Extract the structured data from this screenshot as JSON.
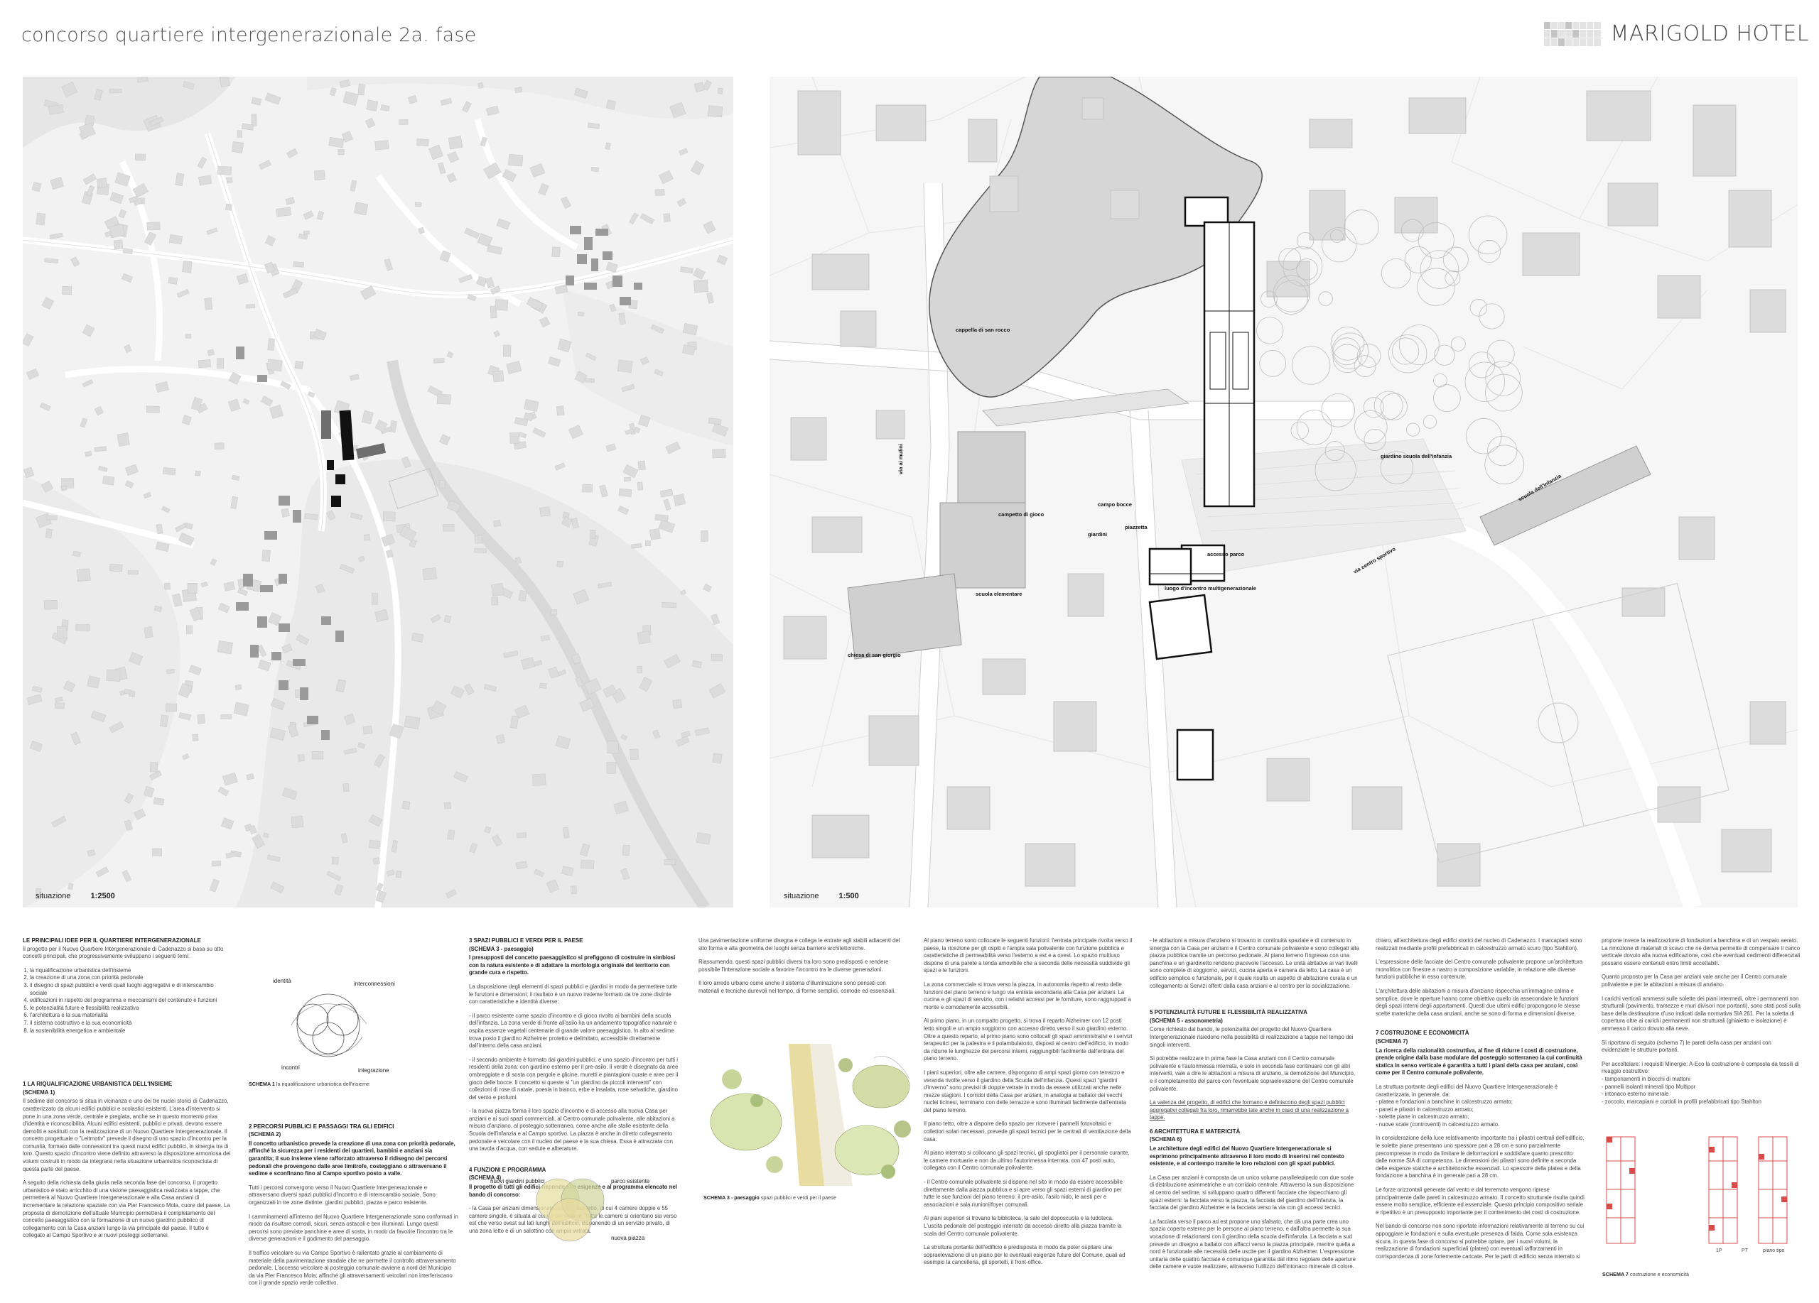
{
  "header": {
    "title": "concorso quartiere intergenerazionale 2a. fase",
    "brand": "MARIGOLD HOTEL"
  },
  "map_left": {
    "scale_name": "situazione",
    "scale": "1:2500"
  },
  "map_right": {
    "scale_name": "situazione",
    "scale": "1:500",
    "labels": {
      "cappella": "cappella di san rocco",
      "via_mulini": "via ai mulini",
      "campo_bocce": "campo bocce",
      "piazzetta": "piazzetta",
      "gioco": "campetto di gioco",
      "giardini": "giardini",
      "accesso": "accesso parco",
      "scuola": "scuola elementare",
      "luogo": "luogo d'incontro multigenerazionale",
      "chiesa": "chiesa di san giorgio",
      "giardino_scuola": "giardino scuola dell'infanzia",
      "scuola_infanzia": "scuola dell'infanzia",
      "centro_sportivo": "via centro sportivo"
    }
  },
  "text": {
    "col1": {
      "h1": "LE PRINCIPALI IDEE PER IL QUARTIERE INTERGENERAZIONALE",
      "intro": "Il progetto per il Nuovo Quartiere Intergenerazionale di Cadenazzo si basa su otto concetti principali, che progressivamente sviluppano i seguenti temi:",
      "list": [
        "la riqualificazione urbanistica dell'insieme",
        "la creazione di una zona con priorità pedonale",
        "il disegno di spazi pubblici e verdi quali luoghi aggregativi e di interscambio sociale",
        "edificazioni in rispetto del programma e meccanismi del contenuto e funzioni",
        "le potenzialità future e flessibilità realizzativa",
        "l'architettura e la sua materialità",
        "il sistema costruttivo e la sua economicità",
        "la sostenibilità energetica e ambientale"
      ],
      "h2": "1 LA RIQUALIFICAZIONE URBANISTICA DELL'INSIEME",
      "h2b": "(SCHEMA 1)",
      "p2": "Il sedime del concorso si situa in vicinanza e uno dei tre nuclei storici di Cadenazzo, caratterizzato da alcuni edifici pubblici e scolastici esistenti. L'area d'intervento si pone in una zona verde, centrale e pregiata, anche se in questo momento priva d'identità e riconoscibilità. Alcuni edifici esistenti, pubblici e privati, devono essere demoliti e sostituiti con la realizzazione di un Nuovo Quartiere Intergenerazionale. Il concetto progettuale o \"Leitmotiv\" prevede il disegno di uno spazio d'incontro per la comunità, formato dalle connessioni tra questi nuovi edifici pubblici, in sinergia tra di loro. Questo spazio d'incontro viene definito attraverso la disposizione armoniosa dei volumi costruiti in modo da integrarsi nella situazione urbanistica riconosciuta di questa parte del paese.",
      "p3": "A seguito della richiesta della giuria nella seconda fase del concorso, il progetto urbanistico è stato arricchito di una visione paesaggistica realizzata a tappe, che permetterà al Nuovo Quartiere Intergenerazionale e alla Casa anziani di incrementare la relazione spaziale con via Pier Francesco Mola, cuore del paese. La proposta di demolizione dell'attuale Municipio permetterà il completamento del concetto paesaggistico con la formazione di un nuovo giardino pubblico di collegamento con la Casa anziani lungo la via principale del paese. Il tutto è collegato al Campo Sportivo e ai nuovi posteggi sotterranei."
    },
    "col2": {
      "schema1_caption": "SCHEMA 1",
      "schema1_text": "la riqualificazione urbanistica dell'insieme",
      "diag1_labels": [
        "identità",
        "interconnessioni",
        "incontri",
        "integrazione"
      ],
      "h": "2 PERCORSI PUBBLICI E PASSAGGI TRA GLI EDIFICI",
      "hb": "(SCHEMA 2)",
      "lead": "Il concetto urbanistico prevede la creazione di una zona con priorità pedonale, affinché la sicurezza per i residenti dei quartieri, bambini e anziani sia garantita; il suo insieme viene rafforzato attraverso il ridisegno dei percorsi pedonali che provengono dalle aree limitrofe, costeggiano o attraversano il sedime e sconfinano fino al Campo sportivo posto a valle.",
      "p1": "Tutti i percorsi convergono verso il Nuovo Quartiere Intergenerazionale e attraversano diversi spazi pubblici d'incontro e di interscambio sociale. Sono organizzati in tre zone distinte: giardini pubblici, piazza e parco esistente.",
      "p2": "I camminamenti all'interno del Nuovo Quartiere Intergenerazionale sono conformati in modo da risultare comodi, sicuri, senza ostacoli e ben illuminati. Lungo questi percorsi sono previste panchine e aree di sosta, in modo da favorire l'incontro tra le diverse generazioni e il godimento del paesaggio.",
      "p3": "Il traffico veicolare su via Campo Sportivo è rallentato grazie al cambiamento di materiale della pavimentazione stradale che ne permette il controllo attraversamento pedonale. L'accesso veicolare al posteggio comunale avviene a nord del Municipio da via Pier Francesco Mola; affinché gli attraversamenti veicolari non interferiscano con il grande spazio verde collettivo.",
      "diag2_labels": [
        "nuovi giardini pubblici",
        "parco esistente",
        "nuova piazza"
      ]
    },
    "col3": {
      "h": "3 SPAZI PUBBLICI E VERDI PER IL PAESE",
      "hb": "(SCHEMA 3 - paesaggio)",
      "lead": "I presupposti del concetto paesaggistico si prefiggono di costruire in simbiosi con la natura esistente e di adattare la morfologia originale del territorio con grande cura e rispetto.",
      "p1": "La disposizione degli elementi di spazi pubblici e giardini in modo da permettere tutte le funzioni e dimensioni; il risultato è un nuovo insieme formato da tre zone distinte con caratteristiche e identità diverse:",
      "p2": "- il parco esistente come spazio d'incontro e di gioco rivolto ai bambini della scuola dell'infanzia. La zona verde di fronte all'asilo ha un andamento topografico naturale e ospita essenze vegetali centenarie di grande valore paesaggistico. In alto al sedime trova posto il giardino Alzheimer protetto e delimitato, accessibile direttamente dall'interno della casa anziani.",
      "p3": "- il secondo ambiente è formato dai giardini pubblici, e uno spazio d'incontro per tutti i residenti della zona: con giardino esterno per il pre-asilo. Il verde è disegnato da aree ombreggiate e di sosta con pergole e glicine, muretti e piantagioni curate e aree per il gioco delle bocce. Il concetto si queste sì \"un giardino da piccoli interventi\" con collezioni di rose di natale, poesia in bianco, erbe e insalata, rose selvatiche, giardino del vento e profumi.",
      "p4": "- la nuova piazza forma il loro spazio d'incontro e di accesso alla nuova Casa per anziani e ai suoi spazi commerciali, al Centro comunale polivalente, alle abitazioni a misura d'anziano, al posteggio sotterraneo, come anche alle stalle esistente della Scuola dell'infanzia e al Campo sportivo. La piazza è anche in diretto collegamento pedonale e veicolare con il nucleo del paese e la sua chiesa. Essa è attrezzata con una tavola d'acqua, con sedute e alberature.",
      "schema3_caption": "SCHEMA 3 - paesaggio",
      "schema3_text": "spazi pubblici e verdi per il paese",
      "h2": "4 FUNZIONI E PROGRAMMA",
      "h2b": "(SCHEMA 4)",
      "lead2": "Il progetto di tutti gli edifici risponde alle esigenze e al programma elencato nel bando di concorso:",
      "p5": "- la Casa per anziani dimensionata per 60 posti letto, di cui 4 camere doppie e 55 camere singole, è situata al centro del sedime. Tutte le camere si orientano sia verso est che verso ovest sul lati lunghi dell'edificio, disponendo di un servizio privato, di una zona letto e di un salottino con ampia vetrata."
    },
    "col4": {
      "p1": "Una pavimentazione uniforme disegna e collega le entrate agli stabili adiacenti del sito forma e alla geometria dei luoghi senza barriere architettoniche.",
      "p2": "Riassumendo, questi spazi pubblici diversi tra loro sono predisposti e rendere possibile l'interazione sociale a favorire l'incontro tra le diverse generazioni.",
      "p3": "Il loro arredo urbano come anche il sistema d'illuminazione sono pensati con materiali e tecniche durevoli nel tempo, di forme semplici, comode ed essenziali."
    },
    "col5": {
      "p1": "Al piano terreno sono collocate le seguenti funzioni: l'entrata principale rivolta verso il paese, la ricezione per gli ospiti e l'ampia sala polivalente con funzione pubblica e caratteristiche di permeabilità verso l'esterno a est e a ovest. Lo spazio multiuso dispone di una parete a tenda amovibile che a seconda delle necessità suddivide gli spazi e le funzioni.",
      "p2": "La zona commerciale si trova verso la piazza, in autonomia rispetto al resto delle funzioni del piano terreno e lungo via entrata secondaria alla Casa per anziani. La cucina e gli spazi di servizio, con i relativi accessi per le forniture, sono raggruppati a monte e comodamente accessibili.",
      "p3": "Al primo piano, in un compatto progetto, si trova il reparto Alzheimer con 12 posti letto singoli e un ampio soggiorno con accesso diretto verso il suo giardino esterno. Oltre a questo reparto, al primo piano sono collocati gli spazi amministrativi e i servizi terapeutici per la palestra e il polambulatorio, disposti al centro dell'edificio, in modo da ridurre le lunghezze dei percorsi interni, raggiungibili facilmente dall'entrata del piano terreno.",
      "p4": "I piani superiori, oltre alle camere, dispongono di ampi spazi giorno con terrazzo e veranda rivolte verso il giardino della Scuola dell'infanzia. Questi spazi \"giardini d'inverno\" sono previsti di doppie vetrate in modo da essere utilizzati anche nelle mezze stagioni. I corridoi della Casa per anziani, in analogia ai ballatoi dei vecchi nuclei ticinesi, terminano con delle terrazze e sono illuminati facilmente dall'entrata del piano terreno.",
      "p5": "Il piano tetto, oltre a disporre dello spazio per ricevere i pannelli fotovoltaici e collettori solari necessari, prevede gli spazi tecnici per le centrali di ventilazione della casa.",
      "p6": "Al piano interrato si collocano gli spazi tecnici, gli spogliatoi per il personale curante, le camere mortuarie e non da ultimo l'autorimessa interrata, con 47 posti auto, collegata con il Centro comunale polivalente.",
      "p7": "- il Centro comunale polivalente si dispone nel sito in modo da essere accessibile direttamente dalla piazza pubblica e si apre verso gli spazi esterni di giardino per tutte le sue funzioni del piano terreno: il pre-asilo, l'asilo nido, le aesti per e associazioni e sala riunioni/foyer comunali.",
      "p8": "Ai piani superiori si trovano la biblioteca, la sale del doposcuola e la ludoteca. L'uscita pedonale del posteggio interrato da accesso diretto alla piazza tramite la scala del Centro comunale polivalente.",
      "p9": "La struttura portante dell'edificio è predisposta in modo da poter ospitare una sopraelevazione di un piano per le eventuali esigenze future del Comune, quali ad esempio la cancelleria, gli sportelli, il front-office."
    },
    "col6": {
      "p1": "- le abitazioni a misura d'anziano si trovano in continuità spaziale e di contenuto in sinergia con la Casa per anziani e il Centro comunale polivalente e sono collegati alla piazza pubblica tramite un percorso pedonale. Al piano terreno l'ingresso con una panchina e un giardinetto rendono piacevole l'accesso. Le unità abitative ai vari livelli sono complete di soggiorno, servizi, cucina aperta e camera da letto. La casa è un edificio semplice e funzionale, per il quale risulta un aspetto di abitazione curata e un collegamento ai Servizi offerti dalla casa anziani e al centro per la socializzazione.",
      "h": "5 POTENZIALITÀ FUTURE E FLESSIBILITÀ REALIZZATIVA",
      "hb": "(SCHEMA 5 - assonometria)",
      "p2": "Come richiesto dal bando, le potenzialità del progetto del Nuovo Quartiere Intergenerazionale risiedono nella possibilità di realizzazione a tappe nel tempo dei singoli interventi.",
      "p3": "Si potrebbe realizzare in prima fase la Casa anziani con il Centro comunale polivalente e l'autorimessa interrata, e solo in seconda fase continuare con gli altri interventi, vale a dire le abitazioni a misura di anziano, la demolizione del Municipio, e il completamento del parco con l'eventuale sopraelevazione del Centro comunale polivalente.",
      "p4": "La valenza del progetto, di edifici che formano e definiscono degli spazi pubblici aggregativi collegati fra loro, rimarrebbe tale anche in caso di una realizzazione a tappe.",
      "h2": "6 ARCHITETTURA E MATERICITÀ",
      "h2b": "(SCHEMA 6)",
      "lead2": "Le architetture degli edifici del Nuovo Quartiere Intergenerazionale si esprimono principalmente attraverso il loro modo di inserirsi nel contesto esistente, e al contempo tramite le loro relazioni con gli spazi pubblici.",
      "p5": "La Casa per anziani è composta da un unico volume parallelepipedo con due scale di distribuzione asimmetriche e un corridoio centrale. Attraverso la sua disposizione al centro del sedime, si sviluppano quattro differenti facciate che rispecchiano gli spazi esterni: la facciata verso la piazza, la facciata del giardino dell'infanzia, la facciata del giardino Alzheimer e la facciata verso la via con gli accessi tecnici.",
      "p6": "La facciata verso il parco ad est propone uno sfalsato, che dà una parte crea uno spazio coperto esterno per le persone al piano terreno, e dall'altra permette la sua vocazione di relazionarsi con il giardino della scuola dell'infanzia. La facciata a sud prevede un disegno a ballatoi con affacci verso la piazza principale, mentre quella a nord è funzionale alle necessità delle uscite per il giardino Alzheimer. L'espressione unitaria delle quattro facciate è comunque garantita dal ritmo regolare delle aperture delle camere e vuote realizzare, attraverso l'utilizzo dell'intonaco minerale di colore."
    },
    "col7": {
      "p1": "chiaro, all'architettura degli edifici storici del nucleo di Cadenazzo. I marcapiani sono realizzati mediante profili prefabbricati in calcestruzzo armato scuro (tipo Stahlton).",
      "p2": "L'espressione delle facciate del Centro comunale polivalente propone un'architettura monolitica con finestre a nastro a composizione variabile, in relazione alle diverse funzioni pubbliche in esso contenute.",
      "p3": "L'architettura delle abitazioni a misura d'anziano rispecchia un'immagine calma e semplice, dove le aperture hanno come obiettivo quello da assecondare le funzioni degli spazi interni degli appartamenti. Questi due ultimi edifici propongono le stesse scelte materiche della casa anziani, anche se sono di forma e dimensioni diverse.",
      "h": "7 COSTRUZIONE E ECONOMICITÀ",
      "hb": "(SCHEMA 7)",
      "lead": "La ricerca della razionalità costruttiva, al fine di ridurre i costi di costruzione, prende origine dalla base modulare del posteggio sotterraneo la cui continuità statica in senso verticale è garantita a tutti i piani della casa per anziani, così come per il Centro comunale polivalente.",
      "p4": "La struttura portante degli edifici del Nuovo Quartiere Intergenerazionale è caratterizzata, in generale, da:\n- platea e fondazioni a banchine in calcestruzzo armato;\n- pareti e pilastri in calcestruzzo armato;\n- solette piane in calcestruzzo armato;\n- nuove scale (controventi) in calcestruzzo armato.",
      "p5": "In considerazione della luce relativamente importante tra i pilastri centrali dell'edificio, le solette piane presentano uno spessore pari a 28 cm e sono parzialmente precompresse in modo da limitare le deformazioni e soddisfare quanto prescritto dalle norme SIA di competenza. Le dimensioni dei pilastri sono definite a seconda delle esigenze statiche e architettoniche essenziali. Lo spessore della platea e della fondazione a banchina è in generale pari a 28 cm.",
      "p6": "Le forze orizzontali generate dal vento e dal terremoto vengono riprese principalmente dalle pareti in calcestruzzo armato. Il concetto strutturale risulta quindi essere molto semplice, efficiente ed essenziale. Questo principio compositivo seriale e ripetitivo è un presupposto importante per il contenimento dei costi di costruzione.",
      "p7": "Nel bando di concorso non sono riportate informazioni relativamente al terreno su cui appoggiare le fondazioni e sulla eventuale presenza di falda. Come sola esistenza sicura, in questa fase di concorso si potrebbe optare, per i nuovi volumi, la realizzazione di fondazioni superficiali (platea) con eventuali rafforzamenti in corrispondenza di zone fortemente caricate. Per le parti di edificio senza interrato si"
    },
    "col8": {
      "p1": "propone invece la realizzazione di fondazioni a banchina e di un vespaio aerato. La rimozione di materiali di scavo che ne deriva permette di compensare il carico verticale dovuto alla nuova edificazione, così che eventuali cedimenti differenziali possano essere contenuti entro limiti accettabili.",
      "p2": "Quanto proposto per la Casa per anziani vale anche per il Centro comunale polivalente e per le abitazioni a misura di anziano.",
      "p3": "I carichi verticali ammessi sulle solette dei piani intermedi, oltre i permanenti non strutturali (pavimento, tramezze e muri divisori non portanti), sono stati posti sulla base della destinazione d'uso indicati dalla normativa SIA 261. Per la soletta di copertura oltre ai carichi permanenti non strutturali (ghiaietto e isolazione) è ammesso il carico dovuto alla neve.",
      "p4": "Si riportano di seguito (schema 7) le pareti della casa per anziani con evidenziate le strutture portanti.",
      "p5": "Per accoltelare: i requisiti Minergie: A-Eco la costruzione è composta da tessili di rivaggio costruttivo:\n- tamponamenti in blocchi di mattoni\n- pannelli isolanti minerali tipo Multipor\n- intonaco esterno minerale\n- zoccolo, marcapiani e cordoli in profili prefabbricati tipo Stahlton",
      "plan_labels": [
        "1P",
        "PT",
        "piano tipo"
      ],
      "schema7_caption": "SCHEMA 7",
      "schema7_text": "costruzione e economicità"
    }
  }
}
